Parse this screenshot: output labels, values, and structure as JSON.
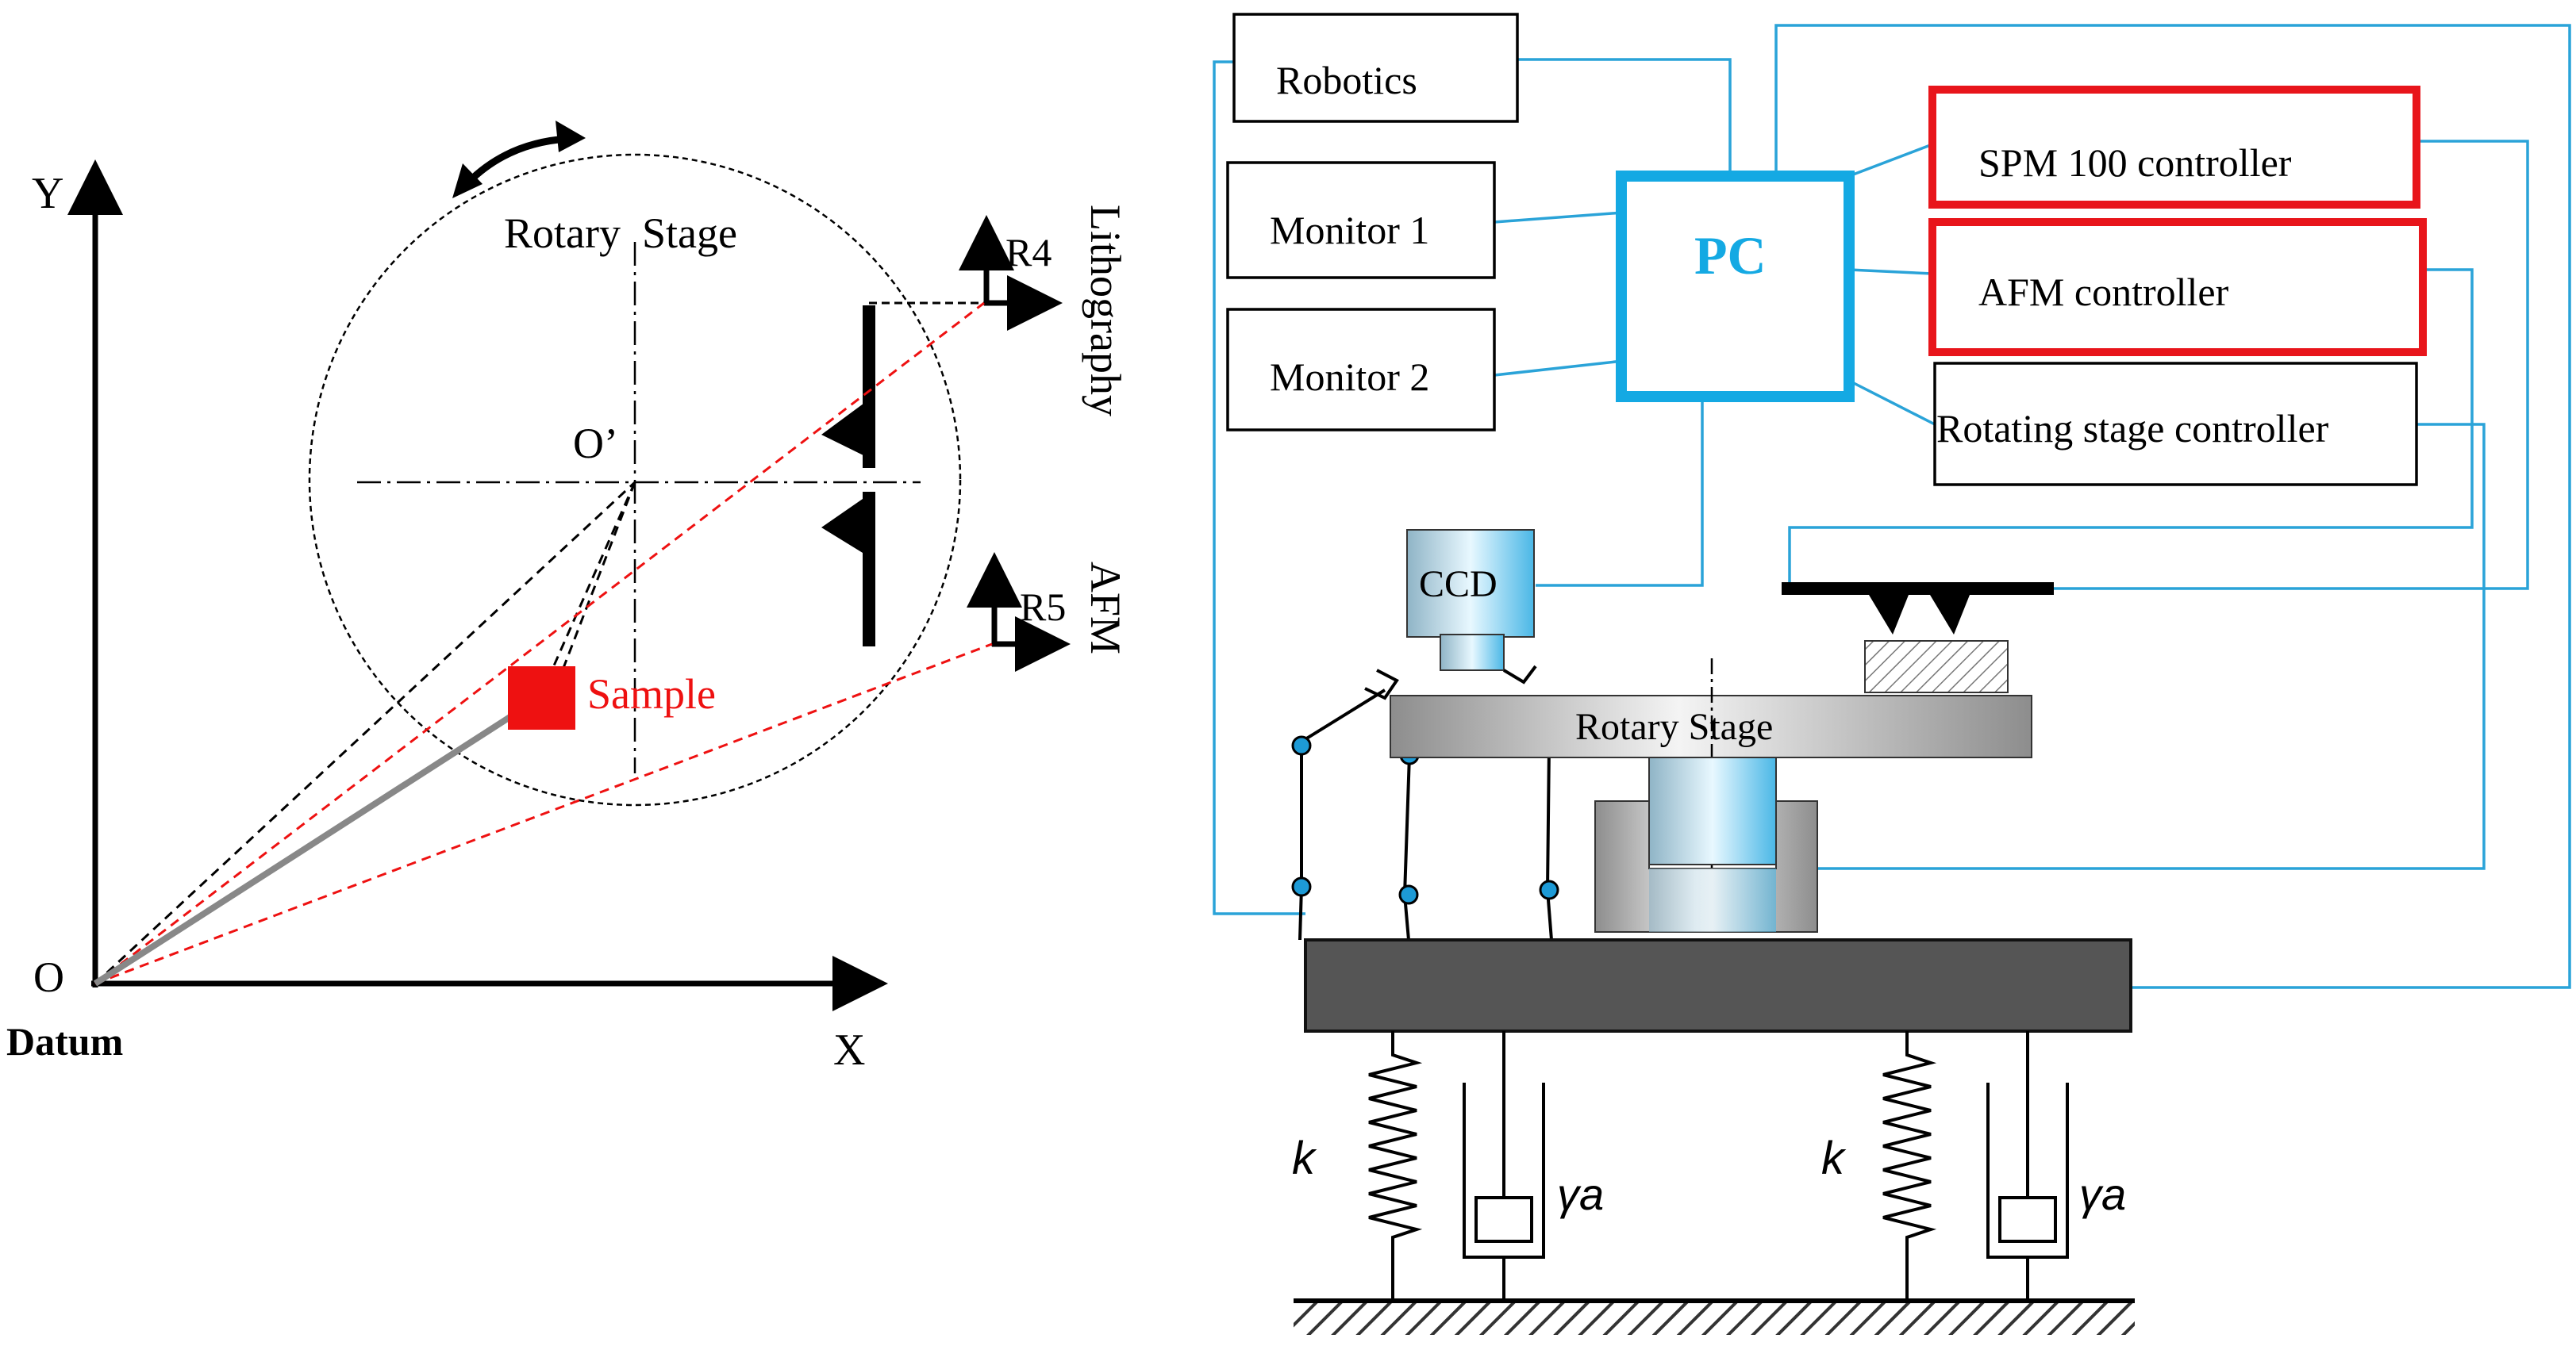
{
  "left_panel": {
    "axis_y_label": "Y",
    "axis_x_label": "X",
    "origin_label": "O",
    "datum_label": "Datum",
    "stage_label": "Rotary  Stage",
    "center_label": "O’",
    "sample_label": "Sample",
    "r4_label": "R4",
    "r5_label": "R5",
    "lithography_label": "Lithography",
    "afm_side_label": "AFM",
    "colors": {
      "sample": "#ee1111",
      "guide_red": "#ee1111",
      "guide_black": "#000000"
    }
  },
  "right_panel": {
    "robotics_label": "Robotics",
    "monitor1_label": "Monitor 1",
    "monitor2_label": "Monitor 2",
    "pc_label": "PC",
    "spm_label": "SPM 100 controller",
    "afm_ctrl_label": "AFM controller",
    "rot_ctrl_label": "Rotating stage controller",
    "ccd_label": "CCD",
    "rotary_stage_label": "Rotary Stage",
    "spring_label_1": "k",
    "damper_label_1": "γa",
    "spring_label_2": "k",
    "damper_label_2": "γa",
    "colors": {
      "wire": "#2aa3d8",
      "pc_border": "#14a9e3",
      "ctrl_border": "#e8151b",
      "table": "#555555"
    }
  }
}
